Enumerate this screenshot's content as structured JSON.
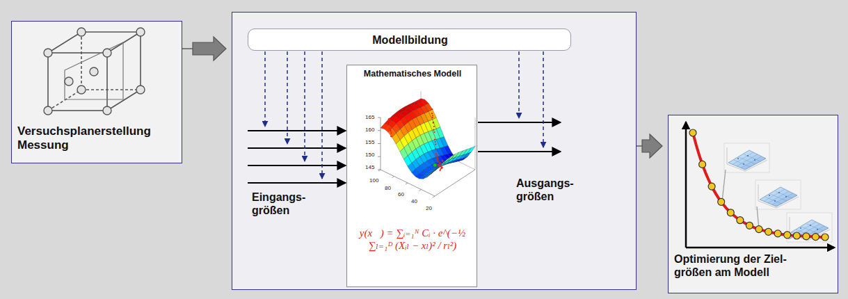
{
  "diagram": {
    "nodes": [
      {
        "text": [
          "Versuchsplanerstellung Messung"
        ]
      },
      {
        "text": [
          "Eingangs- größen",
          "Ausgangs- größen"
        ]
      },
      {
        "text": [
          "Modellbildung"
        ],
        "in": 1
      },
      {
        "text": [
          "Mathematisches Modell",
          "y(x⃗) = ∑ᵢ₌₁ᴺ Cᵢ · e^(−½ ∑ₗ₌₁ᴰ (Xᵢₗ − xₗ)² / rₗ²)"
        ],
        "in": 1
      },
      {
        "text": [
          "Optimierung der Ziel- größen am Modell"
        ]
      }
    ],
    "edges": [
      {
        "from": 0,
        "to": 1,
        "arrow": "to"
      },
      {
        "from": 1,
        "to": 4,
        "arrow": "to"
      }
    ],
    "labels": [
      "165",
      "160",
      "155",
      "150",
      "145",
      "100",
      "80",
      "60",
      "40",
      "20"
    ]
  }
}
